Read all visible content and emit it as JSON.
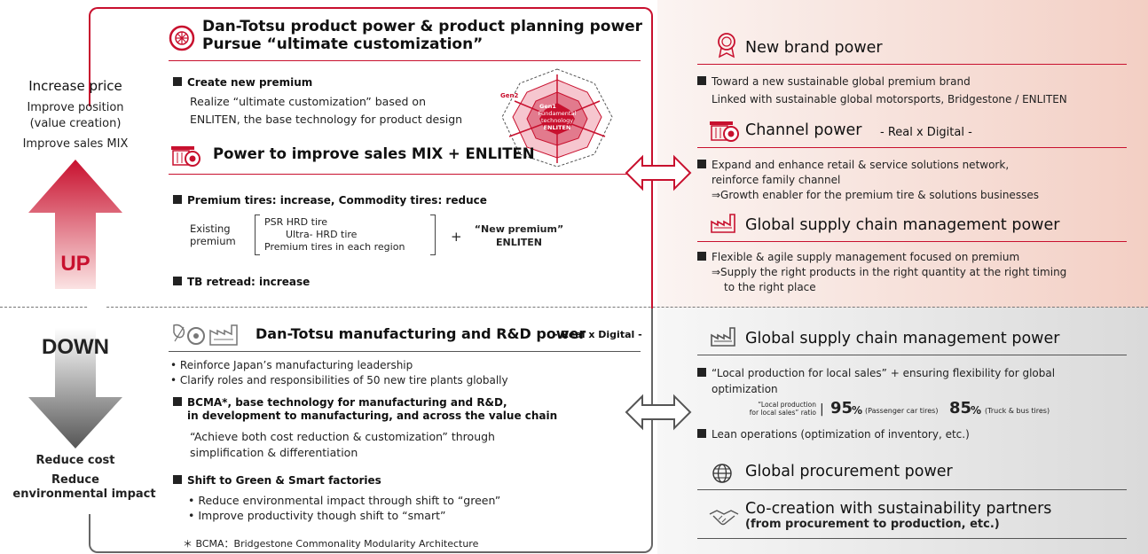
{
  "left": {
    "top_title": "Increase price",
    "top_lines": [
      "Improve position",
      "(value creation)",
      "Improve sales MIX"
    ],
    "up_label": "UP",
    "down_label": "DOWN",
    "bottom_lines": [
      "Reduce cost",
      "Reduce",
      "environmental impact"
    ]
  },
  "mid_top": {
    "title_line1": "Dan-Totsu product power & product planning power",
    "title_line2": "Pursue “ultimate customization”",
    "create_premium": "Create new premium",
    "create_desc_1": "Realize “ultimate customization” based on",
    "create_desc_2": "ENLITEN, the base technology for product design",
    "diagram": {
      "gen2": "Gen2",
      "gen1": "Gen1",
      "fund1": "Fundamental",
      "fund2": "technology",
      "fund3": "ENLITEN"
    },
    "sales_mix_title": "Power to improve sales MIX + ENLITEN",
    "premium_tires": "Premium tires: increase, Commodity tires: reduce",
    "existing_1": "Existing",
    "existing_2": "premium",
    "bracket_items": [
      "PSR HRD tire",
      "Ultra- HRD tire",
      "Premium tires in each region"
    ],
    "plus": "+",
    "new_premium_1": "“New premium”",
    "new_premium_2": "ENLITEN",
    "tb_retread": "TB retread: increase"
  },
  "mid_bottom": {
    "title": "Dan-Totsu manufacturing and R&D power",
    "title_suffix": "- Real x Digital -",
    "bullets": [
      "• Reinforce Japan’s manufacturing leadership",
      "• Clarify roles and responsibilities of 50 new tire plants globally"
    ],
    "bcma_1": "BCMA*, base technology for manufacturing and R&D,",
    "bcma_2": "in development to manufacturing, and across the value chain",
    "bcma_desc_1": "“Achieve both cost reduction & customization” through",
    "bcma_desc_2": "simplification & differentiation",
    "green_title": "Shift to Green & Smart factories",
    "green_1": "• Reduce environmental impact through shift to “green”",
    "green_2": "• Improve productivity though shift to “smart”",
    "footnote": "＊ BCMA：Bridgestone Commonality Modularity Architecture"
  },
  "right_top": {
    "brand_title": "New brand power",
    "brand_1": "Toward a new sustainable global premium brand",
    "brand_2": "Linked with sustainable global motorsports, Bridgestone / ENLITEN",
    "channel_title": "Channel power",
    "channel_suffix": "- Real x Digital -",
    "channel_1": "Expand and enhance retail & service solutions network,",
    "channel_2": "reinforce family channel",
    "channel_3": "⇒Growth enabler for the premium tire & solutions businesses",
    "scm_title": "Global supply chain management power",
    "scm_1": "Flexible & agile supply management focused on premium",
    "scm_2": "⇒Supply the right products in the right quantity at the right timing",
    "scm_3": "to the right place"
  },
  "right_bottom": {
    "scm_title": "Global supply chain management power",
    "local_1": "“Local production for local sales” + ensuring flexibility for global",
    "local_2": "optimization",
    "ratio_label_1": "“Local production",
    "ratio_label_2": "for local sales” ratio",
    "ratio_sep": "|",
    "pct1": "95",
    "pct1_unit": "%",
    "pct1_note": "(Passenger car tires)",
    "pct2": "85",
    "pct2_unit": "%",
    "pct2_note": "(Truck & bus tires)",
    "lean": "Lean operations (optimization of inventory, etc.)",
    "procurement_title": "Global procurement power",
    "cocreation_1": "Co-creation with sustainability partners",
    "cocreation_2": "(from procurement to production, etc.)"
  },
  "colors": {
    "accent_red": "#c8102e",
    "panel_top": "#f3cfc4",
    "panel_bottom": "#dadada"
  }
}
